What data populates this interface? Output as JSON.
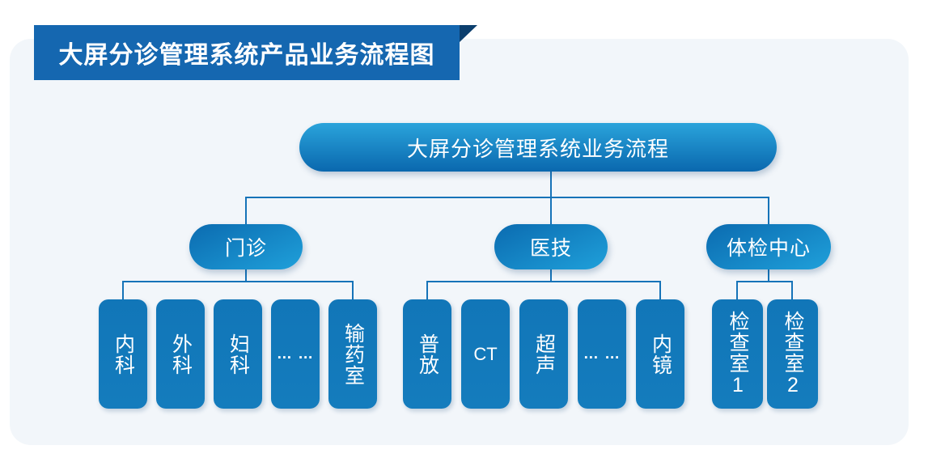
{
  "banner": {
    "title": "大屏分诊管理系统产品业务流程图"
  },
  "tree": {
    "root": {
      "label": "大屏分诊管理系统业务流程"
    },
    "groups": [
      {
        "label": "门诊",
        "leaves": [
          "内科",
          "外科",
          "妇科",
          "… …",
          "输药室"
        ]
      },
      {
        "label": "医技",
        "leaves": [
          "普放",
          "CT",
          "超声",
          "… …",
          "内镜"
        ]
      },
      {
        "label": "体检中心",
        "leaves": [
          "检查室1",
          "检查室2"
        ]
      }
    ]
  },
  "colors": {
    "banner_blue": "#1567b0",
    "banner_fold": "#0c3f6e",
    "panel_bg": "#f2f6fa",
    "node_gradient_top": "#2aa4db",
    "node_gradient_bottom": "#0a68ae",
    "leaf_blue": "#137abb",
    "connector": "#1673b8",
    "text": "#ffffff"
  }
}
